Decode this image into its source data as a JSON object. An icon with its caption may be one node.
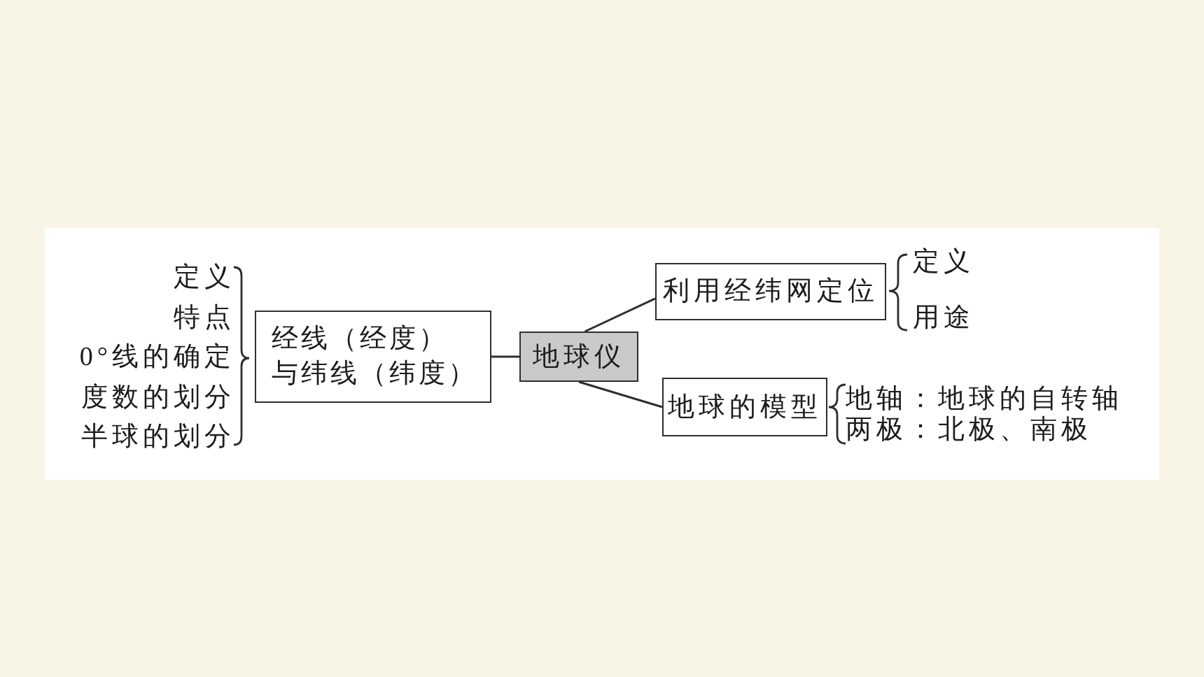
{
  "diagram": {
    "nodes": [
      {
        "text": [
          "经线（经度）与纬线（纬度）"
        ],
        "beside": [
          "定义",
          "特点",
          "0°线的确定",
          "度数的划分",
          "半球的划分"
        ]
      },
      {
        "text": [
          "地球仪"
        ]
      },
      {
        "text": [
          "利用经纬网定位"
        ],
        "beside": [
          "定义",
          "用途"
        ]
      },
      {
        "text": [
          "地球的模型"
        ],
        "beside": [
          "地轴：地球的自转轴",
          "两极：北极、南极"
        ]
      }
    ],
    "edges": [
      {
        "from": 1,
        "to": 0,
        "arrow": "none"
      },
      {
        "from": 1,
        "to": 2,
        "arrow": "none"
      },
      {
        "from": 1,
        "to": 3,
        "arrow": "none"
      }
    ]
  }
}
